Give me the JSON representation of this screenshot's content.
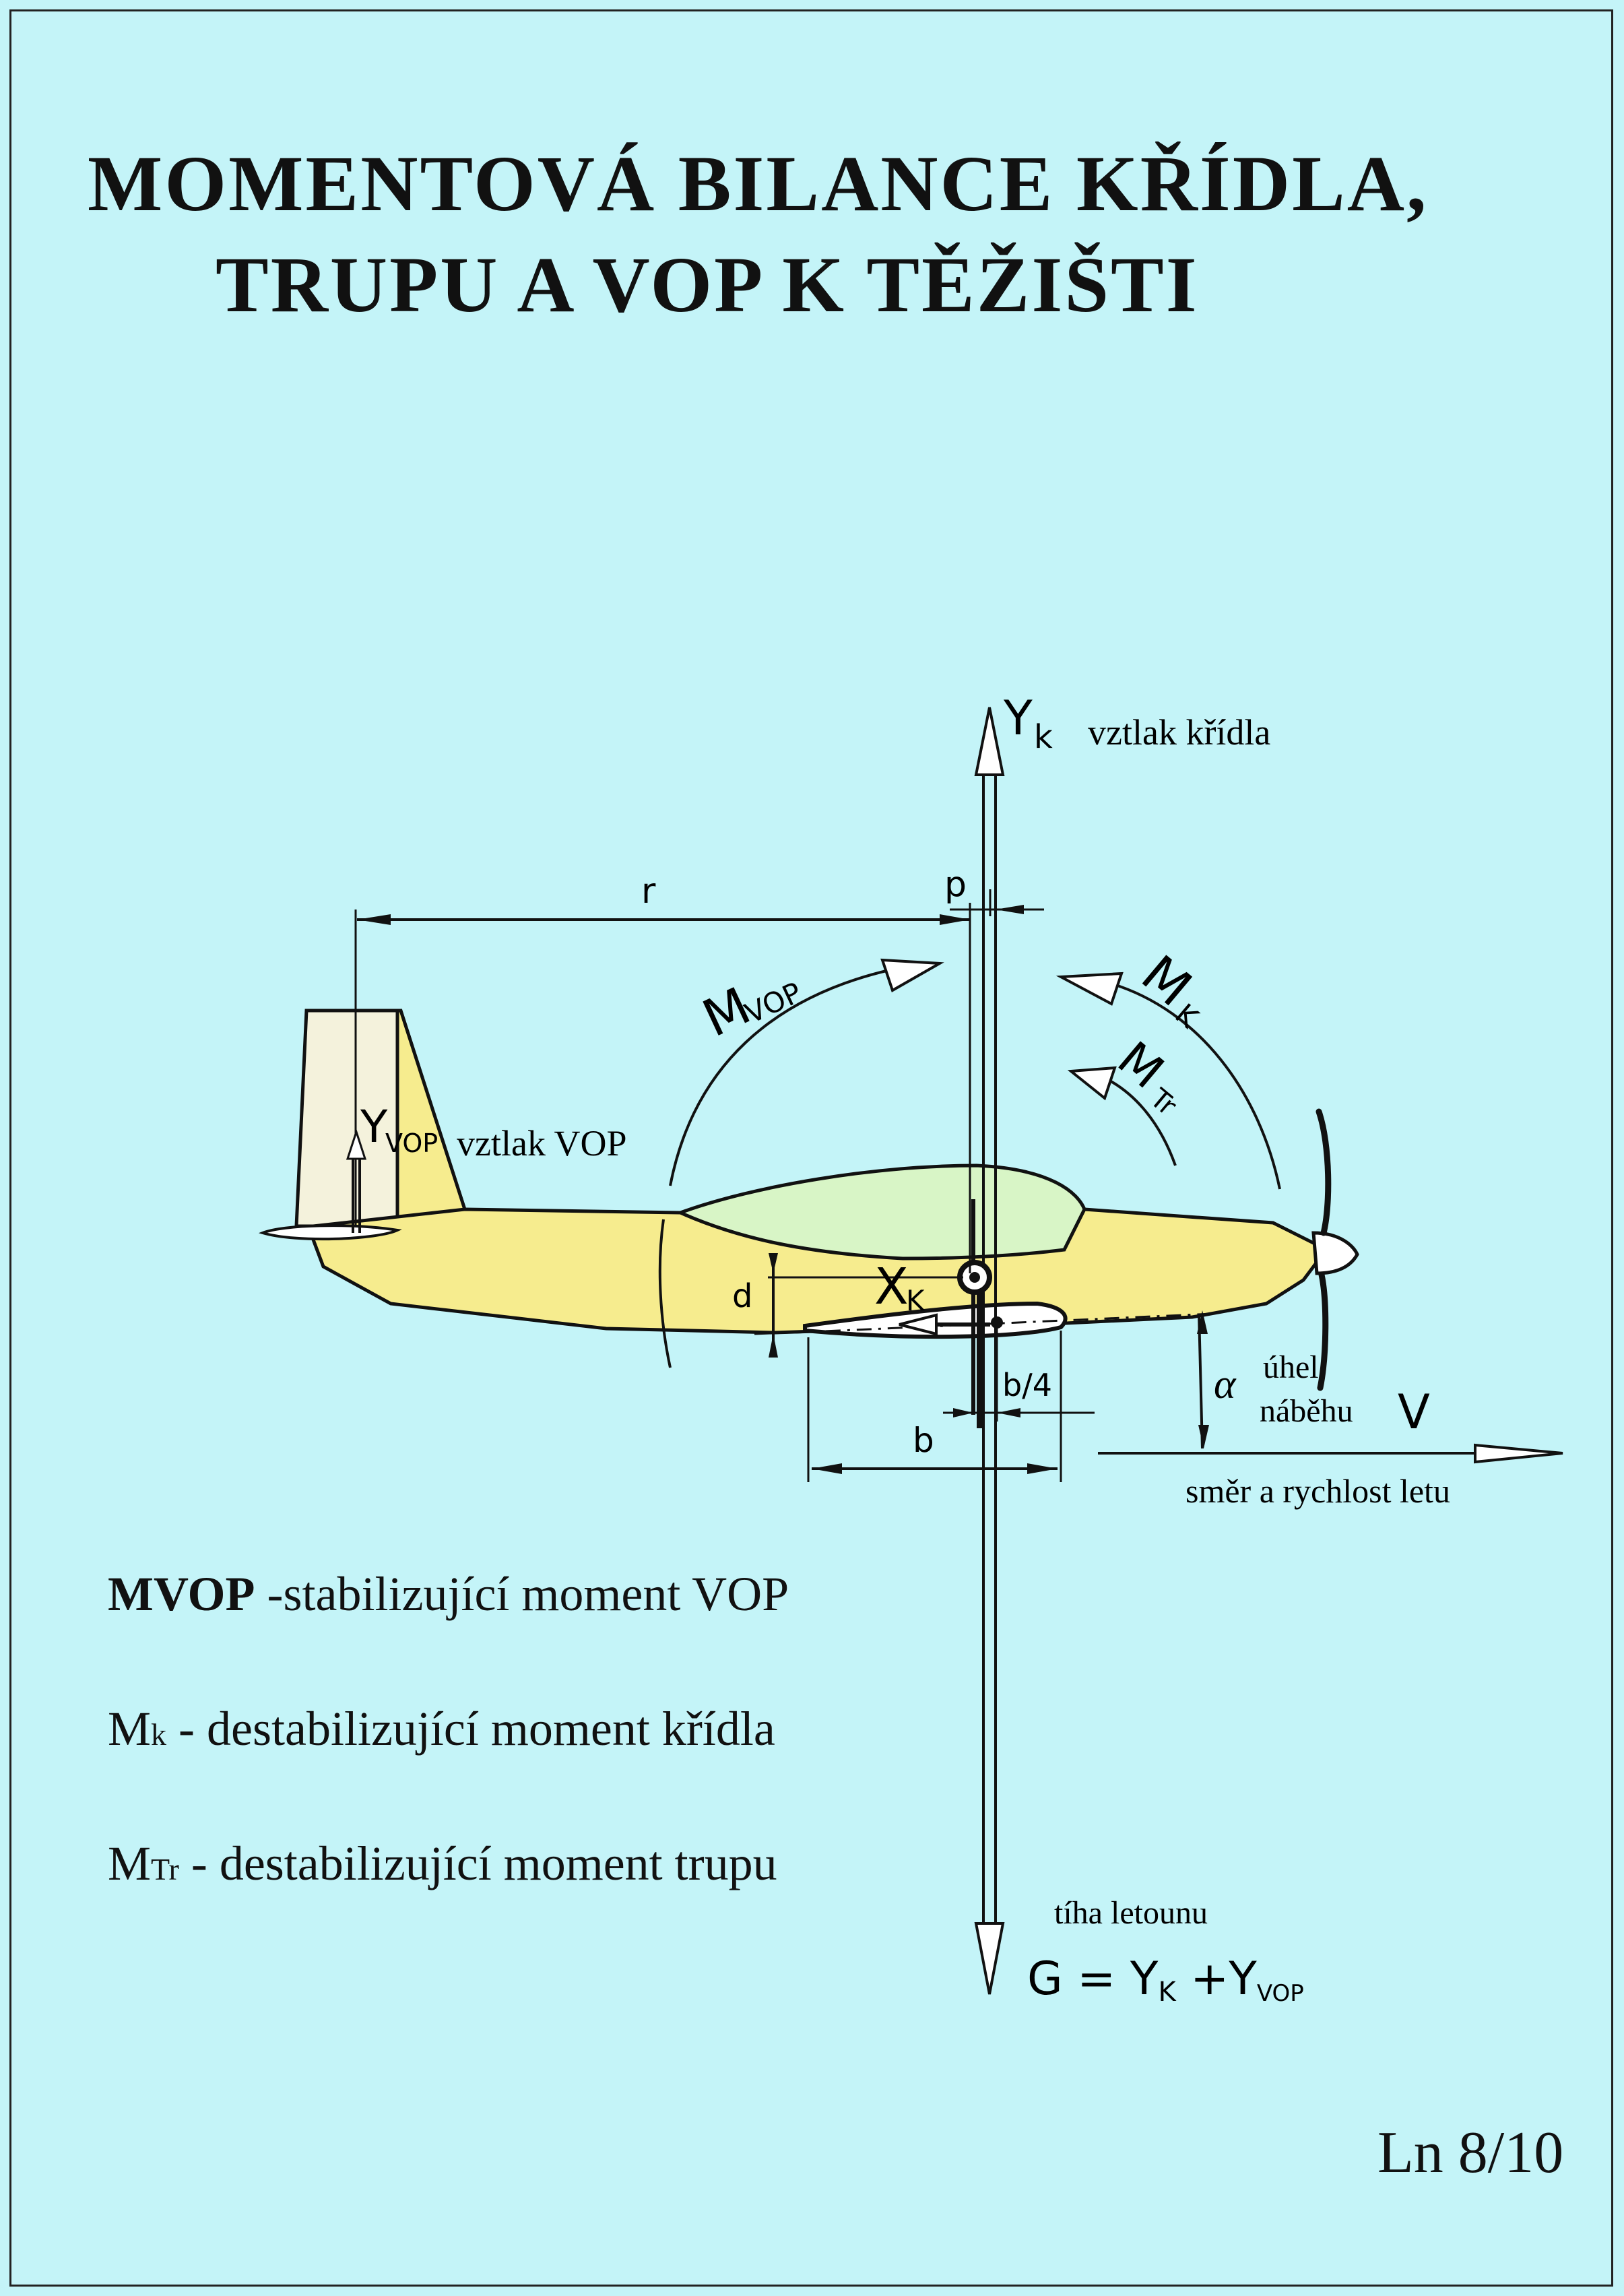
{
  "title": {
    "line1": "MOMENTOVÁ  BILANCE  KŘÍDLA,",
    "line2": "TRUPU  A  VOP  K  TĚŽIŠTI"
  },
  "labels": {
    "yk_symbol": "Y",
    "yk_sub": "k",
    "yk_desc": "vztlak křídla",
    "yvop_symbol": "Y",
    "yvop_sub": "VOP",
    "yvop_desc": "vztlak  VOP",
    "r": "r",
    "p": "p",
    "mvop_symbol": "M",
    "mvop_sub": "VOP",
    "mk_symbol": "M",
    "mk_sub": "K",
    "mtr_symbol": "M",
    "mtr_sub": "Tr",
    "xk_symbol": "X",
    "xk_sub": "K",
    "d": "d",
    "b4": "b/4",
    "b": "b",
    "alpha": "α",
    "angle_line1": "úhel",
    "angle_line2": "náběhu",
    "v": "V",
    "direction": "směr a rychlost letu",
    "weight_desc": "tíha letounu",
    "g_eq_main": "G = Y",
    "g_eq_k": "K",
    "g_eq_plus": " +Y",
    "g_eq_vop": "VOP"
  },
  "legend": {
    "item1_symbol": "M",
    "item1_sub": "VOP",
    "item1_text": " -stabilizující moment VOP",
    "item2_symbol": "M",
    "item2_sub": "k",
    "item2_text": " - destabilizující moment křídla",
    "item3_symbol": "M",
    "item3_sub": "Tr",
    "item3_text": " - destabilizující moment trupu"
  },
  "page_number": "Ln 8/10",
  "colors": {
    "background": "#c4f4f8",
    "fuselage": "#f6ec8e",
    "canopy": "#d8f5c6",
    "fin_front": "#f4f2dc",
    "ink": "#111111"
  }
}
